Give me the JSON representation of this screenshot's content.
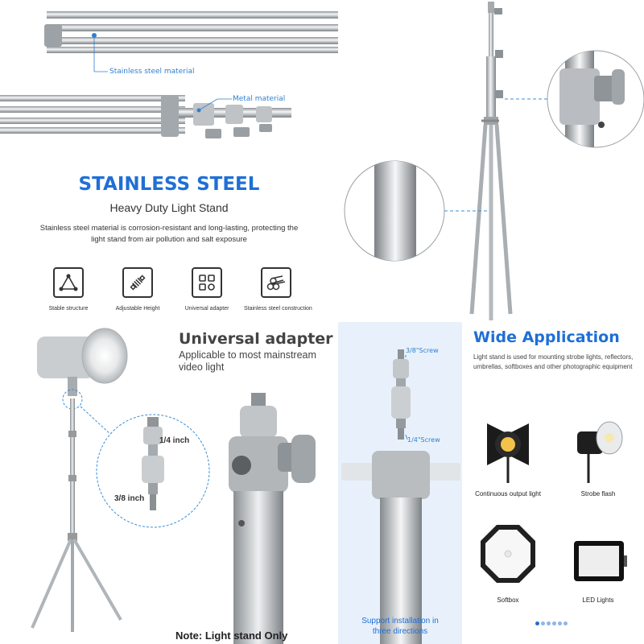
{
  "panel_tl": {
    "callout_stainless": "Stainless steel material",
    "callout_metal": "Metal material",
    "title": "STAINLESS STEEL",
    "subtitle": "Heavy Duty Light Stand",
    "description_line1": "Stainless steel material is corrosion-resistant and long-lasting, protecting the",
    "description_line2": "light stand from air pollution and salt exposure",
    "features": [
      {
        "label": "Stable structure",
        "icon": "triangle-nodes-icon"
      },
      {
        "label": "Adjustable Height",
        "icon": "spring-icon"
      },
      {
        "label": "Universal adapter",
        "icon": "grid-squares-icon"
      },
      {
        "label": "Stainless steel construction",
        "icon": "steel-pipes-icon"
      }
    ]
  },
  "panel_bl": {
    "title": "Universal adapter",
    "subtitle_line1": "Applicable to most mainstream",
    "subtitle_line2": "video light",
    "label_quarter": "1/4 inch",
    "label_three_eighths": "3/8 inch",
    "note": "Note: Light stand Only"
  },
  "panel_bm": {
    "screw_top": "3/8\"Screw",
    "screw_bottom": "1/4\"Screw",
    "support_line1": "Support installation in",
    "support_line2": "three directions"
  },
  "panel_br": {
    "title": "Wide Application",
    "desc_line1": "Light stand is used for mounting strobe lights, reflectors,",
    "desc_line2": "umbrellas, softboxes and other photographic equipment",
    "items": [
      {
        "label": "Continuous output light"
      },
      {
        "label": "Strobe flash"
      },
      {
        "label": "Softbox"
      },
      {
        "label": "LED Lights"
      }
    ],
    "carousel": {
      "count": 6,
      "active": 0
    }
  },
  "colors": {
    "accent": "#1f6fd6",
    "steel": "#b8bcc0",
    "panel_bg": "#e8f1fb"
  }
}
